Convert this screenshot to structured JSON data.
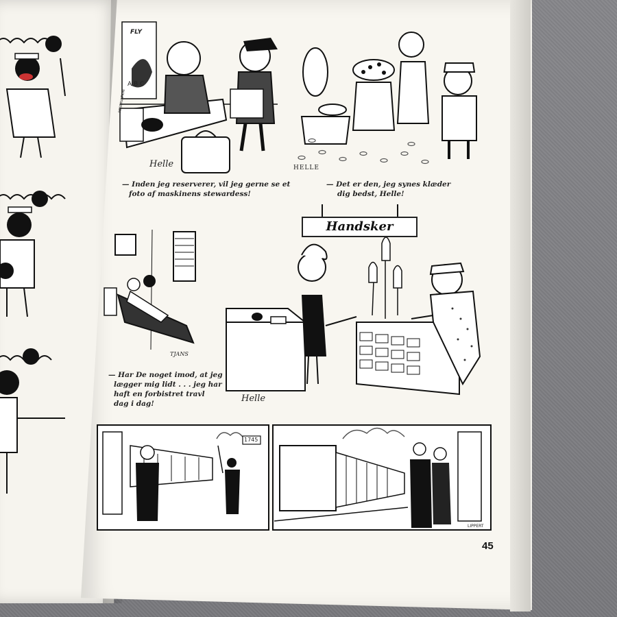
{
  "page_number": "45",
  "cartoons": {
    "airline": {
      "caption_lines": [
        "— Inden jeg reserverer, vil jeg gerne se et",
        "foto af maskinens stewardess!"
      ],
      "signature": "Helle",
      "poster_text": "FLY",
      "poster_letters": "A  B  C",
      "desk_sign": "RESERVATION"
    },
    "hat_shop": {
      "caption_lines": [
        "— Det er den, jeg synes klæder",
        "dig bedst, Helle!"
      ],
      "signature": "HELLE"
    },
    "sleeper": {
      "caption_lines": [
        "— Har De noget imod, at jeg",
        "lægger mig lidt . . . jeg har",
        "haft en forbistret travl",
        "dag i dag!"
      ],
      "signature": "TJANS"
    },
    "glove_shop": {
      "sign_text": "Handsker",
      "signature": "Helle"
    },
    "train_left": {
      "platform_sign": "1745"
    },
    "train_right": {
      "signature": "LIPPERT"
    }
  }
}
